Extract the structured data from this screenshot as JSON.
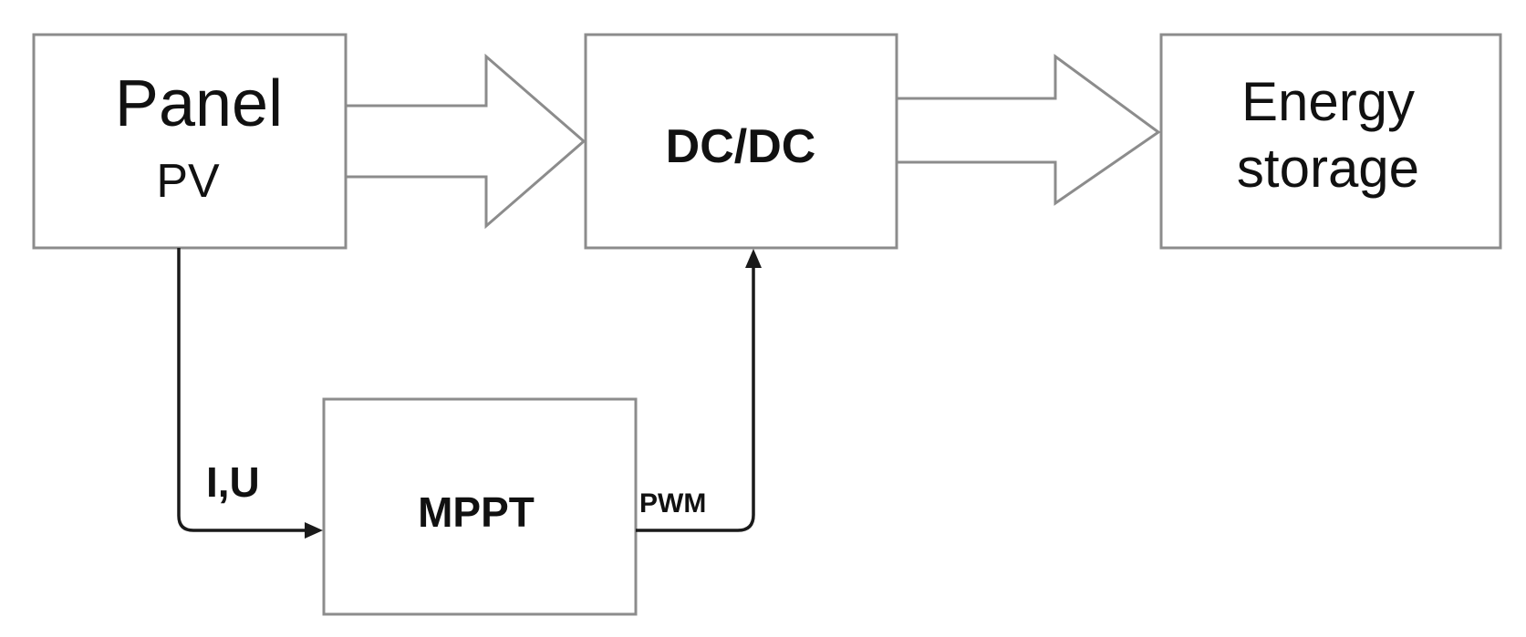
{
  "blocks": {
    "panel": {
      "title": "Panel",
      "subtitle": "PV"
    },
    "converter": {
      "label": "DC/DC"
    },
    "storage": {
      "line1": "Energy",
      "line2": "storage"
    },
    "mppt": {
      "label": "MPPT"
    }
  },
  "signals": {
    "measurement": "I,U",
    "control": "PWM"
  },
  "colors": {
    "block_border": "#8c8c8c",
    "signal_line": "#1a1a1a",
    "text": "#111111"
  }
}
